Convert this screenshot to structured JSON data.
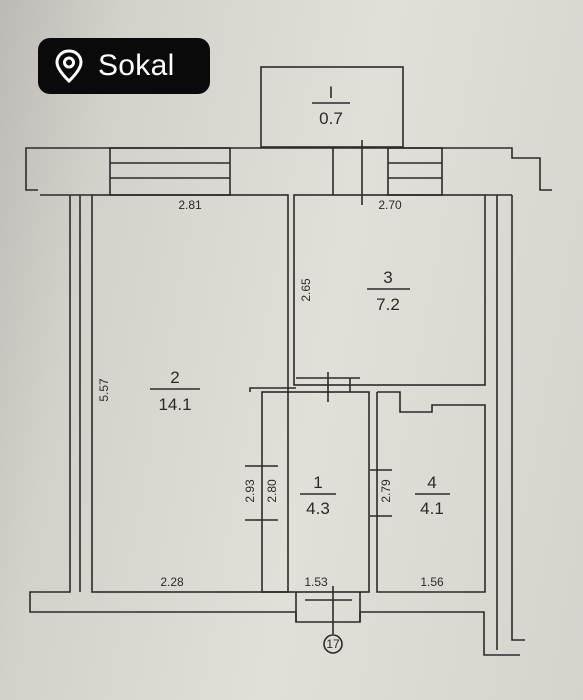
{
  "location_tag": {
    "label": "Sokal",
    "icon": "map-pin-icon"
  },
  "floor_plan": {
    "rooms": [
      {
        "number": "I",
        "area": "0.7"
      },
      {
        "number": "2",
        "area": "14.1"
      },
      {
        "number": "3",
        "area": "7.2"
      },
      {
        "number": "1",
        "area": "4.3"
      },
      {
        "number": "4",
        "area": "4.1"
      }
    ],
    "dimensions": {
      "room2_top": "2.81",
      "room3_top": "2.70",
      "room3_side": "2.65",
      "room2_side": "5.57",
      "room2_bottom": "2.28",
      "room1_left_outer": "2.93",
      "room1_left_inner": "2.80",
      "room1_bottom": "1.53",
      "room4_left": "2.79",
      "room4_bottom": "1.56"
    },
    "axis_marker": "17"
  },
  "colors": {
    "line": "#2b2b2b",
    "paper": "#dedbd5",
    "tag_background": "#0a0a0a",
    "tag_text": "#ffffff"
  }
}
